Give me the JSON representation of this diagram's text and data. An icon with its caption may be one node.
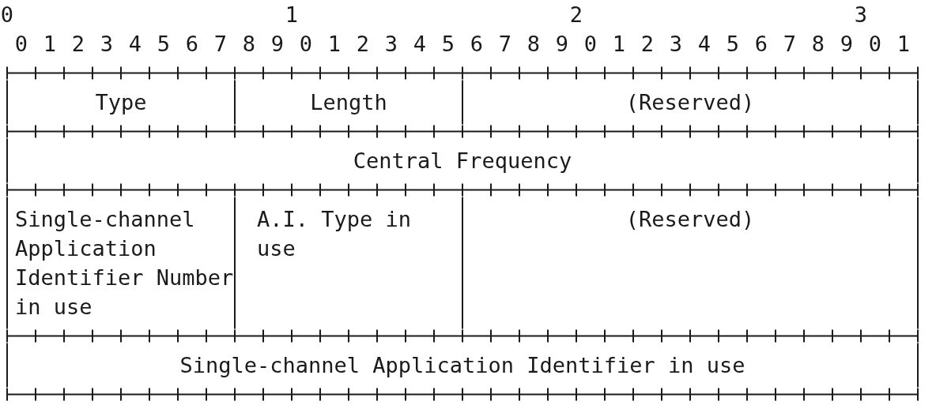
{
  "diagram": {
    "nodes": [
      {
        "text": [
          "Type"
        ]
      },
      {
        "text": [
          "Length"
        ]
      },
      {
        "text": [
          "(Reserved)"
        ]
      },
      {
        "text": [
          "Central Frequency"
        ]
      },
      {
        "text": [
          "Single-channel Application Identifier Number in use"
        ]
      },
      {
        "text": [
          "A.I. Type in use"
        ]
      },
      {
        "text": [
          "(Reserved)"
        ]
      },
      {
        "text": [
          "Single-channel Application Identifier in use"
        ]
      }
    ],
    "labels": [
      "0",
      "1",
      "2",
      "3",
      "0",
      "1",
      "2",
      "3",
      "4",
      "5",
      "6",
      "7",
      "8",
      "9",
      "0",
      "1",
      "2",
      "3",
      "4",
      "5",
      "6",
      "7",
      "8",
      "9",
      "0",
      "1",
      "2",
      "3",
      "4",
      "5",
      "6",
      "7",
      "8",
      "9",
      "0",
      "1"
    ]
  }
}
